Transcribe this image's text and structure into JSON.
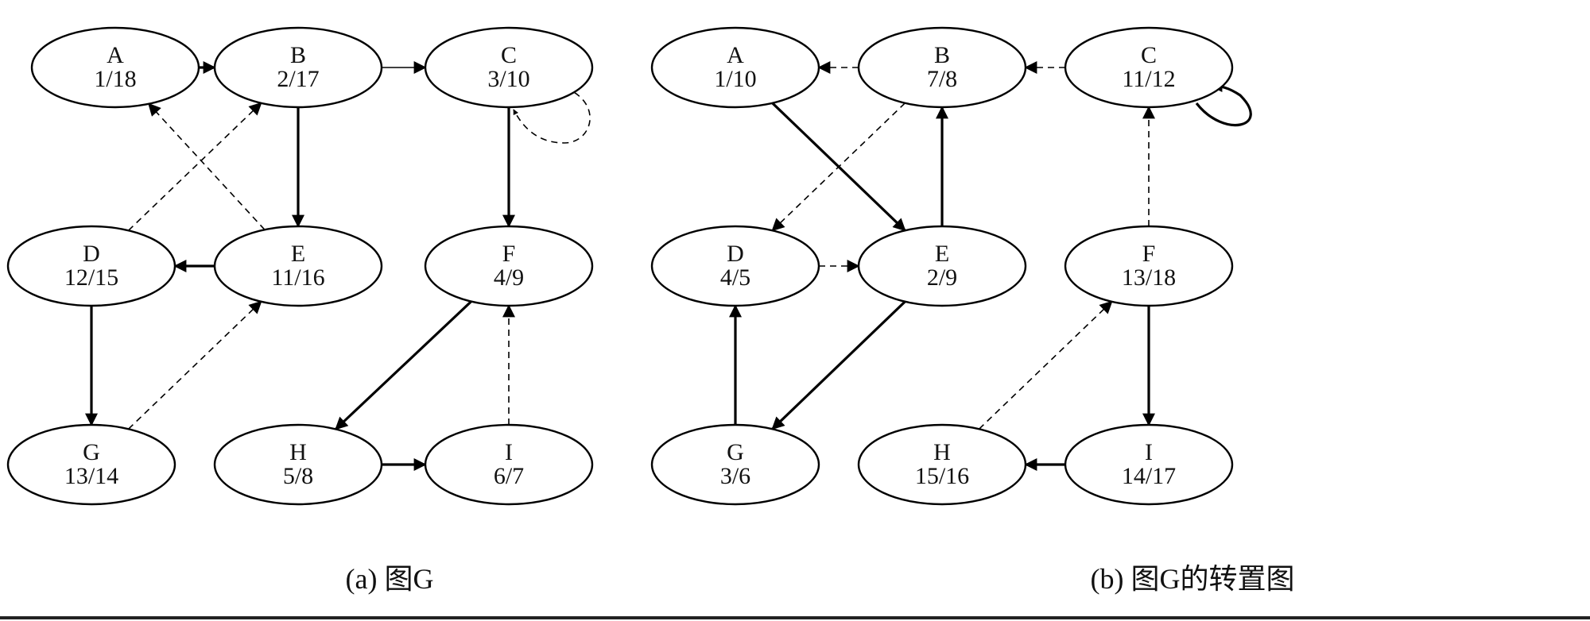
{
  "panels": [
    {
      "id": "a",
      "caption": "(a) 图G",
      "nodes": [
        {
          "id": "A",
          "label": "A",
          "times": "1/18"
        },
        {
          "id": "B",
          "label": "B",
          "times": "2/17"
        },
        {
          "id": "C",
          "label": "C",
          "times": "3/10"
        },
        {
          "id": "D",
          "label": "D",
          "times": "12/15"
        },
        {
          "id": "E",
          "label": "E",
          "times": "11/16"
        },
        {
          "id": "F",
          "label": "F",
          "times": "4/9"
        },
        {
          "id": "G",
          "label": "G",
          "times": "13/14"
        },
        {
          "id": "H",
          "label": "H",
          "times": "5/8"
        },
        {
          "id": "I",
          "label": "I",
          "times": "6/7"
        }
      ],
      "edges": [
        {
          "from": "A",
          "to": "B",
          "style": "tree"
        },
        {
          "from": "B",
          "to": "C",
          "style": "thin"
        },
        {
          "from": "B",
          "to": "E",
          "style": "tree"
        },
        {
          "from": "C",
          "to": "F",
          "style": "tree"
        },
        {
          "from": "C",
          "to": "C",
          "style": "dashed"
        },
        {
          "from": "E",
          "to": "A",
          "style": "dashed"
        },
        {
          "from": "E",
          "to": "D",
          "style": "tree"
        },
        {
          "from": "D",
          "to": "B",
          "style": "dashed"
        },
        {
          "from": "D",
          "to": "G",
          "style": "tree"
        },
        {
          "from": "G",
          "to": "E",
          "style": "dashed"
        },
        {
          "from": "F",
          "to": "H",
          "style": "tree"
        },
        {
          "from": "H",
          "to": "I",
          "style": "tree"
        },
        {
          "from": "I",
          "to": "F",
          "style": "dashed"
        }
      ]
    },
    {
      "id": "b",
      "caption": "(b) 图G的转置图",
      "nodes": [
        {
          "id": "A",
          "label": "A",
          "times": "1/10"
        },
        {
          "id": "B",
          "label": "B",
          "times": "7/8"
        },
        {
          "id": "C",
          "label": "C",
          "times": "11/12"
        },
        {
          "id": "D",
          "label": "D",
          "times": "4/5"
        },
        {
          "id": "E",
          "label": "E",
          "times": "2/9"
        },
        {
          "id": "F",
          "label": "F",
          "times": "13/18"
        },
        {
          "id": "G",
          "label": "G",
          "times": "3/6"
        },
        {
          "id": "H",
          "label": "H",
          "times": "15/16"
        },
        {
          "id": "I",
          "label": "I",
          "times": "14/17"
        }
      ],
      "edges": [
        {
          "from": "B",
          "to": "A",
          "style": "dashed"
        },
        {
          "from": "C",
          "to": "B",
          "style": "dashed"
        },
        {
          "from": "A",
          "to": "E",
          "style": "tree"
        },
        {
          "from": "E",
          "to": "B",
          "style": "tree"
        },
        {
          "from": "B",
          "to": "D",
          "style": "dashed"
        },
        {
          "from": "D",
          "to": "E",
          "style": "dashed"
        },
        {
          "from": "E",
          "to": "G",
          "style": "tree"
        },
        {
          "from": "G",
          "to": "D",
          "style": "tree"
        },
        {
          "from": "C",
          "to": "C",
          "style": "tree"
        },
        {
          "from": "F",
          "to": "C",
          "style": "dashed"
        },
        {
          "from": "F",
          "to": "I",
          "style": "tree"
        },
        {
          "from": "I",
          "to": "H",
          "style": "tree"
        },
        {
          "from": "H",
          "to": "F",
          "style": "dashed"
        }
      ]
    }
  ]
}
